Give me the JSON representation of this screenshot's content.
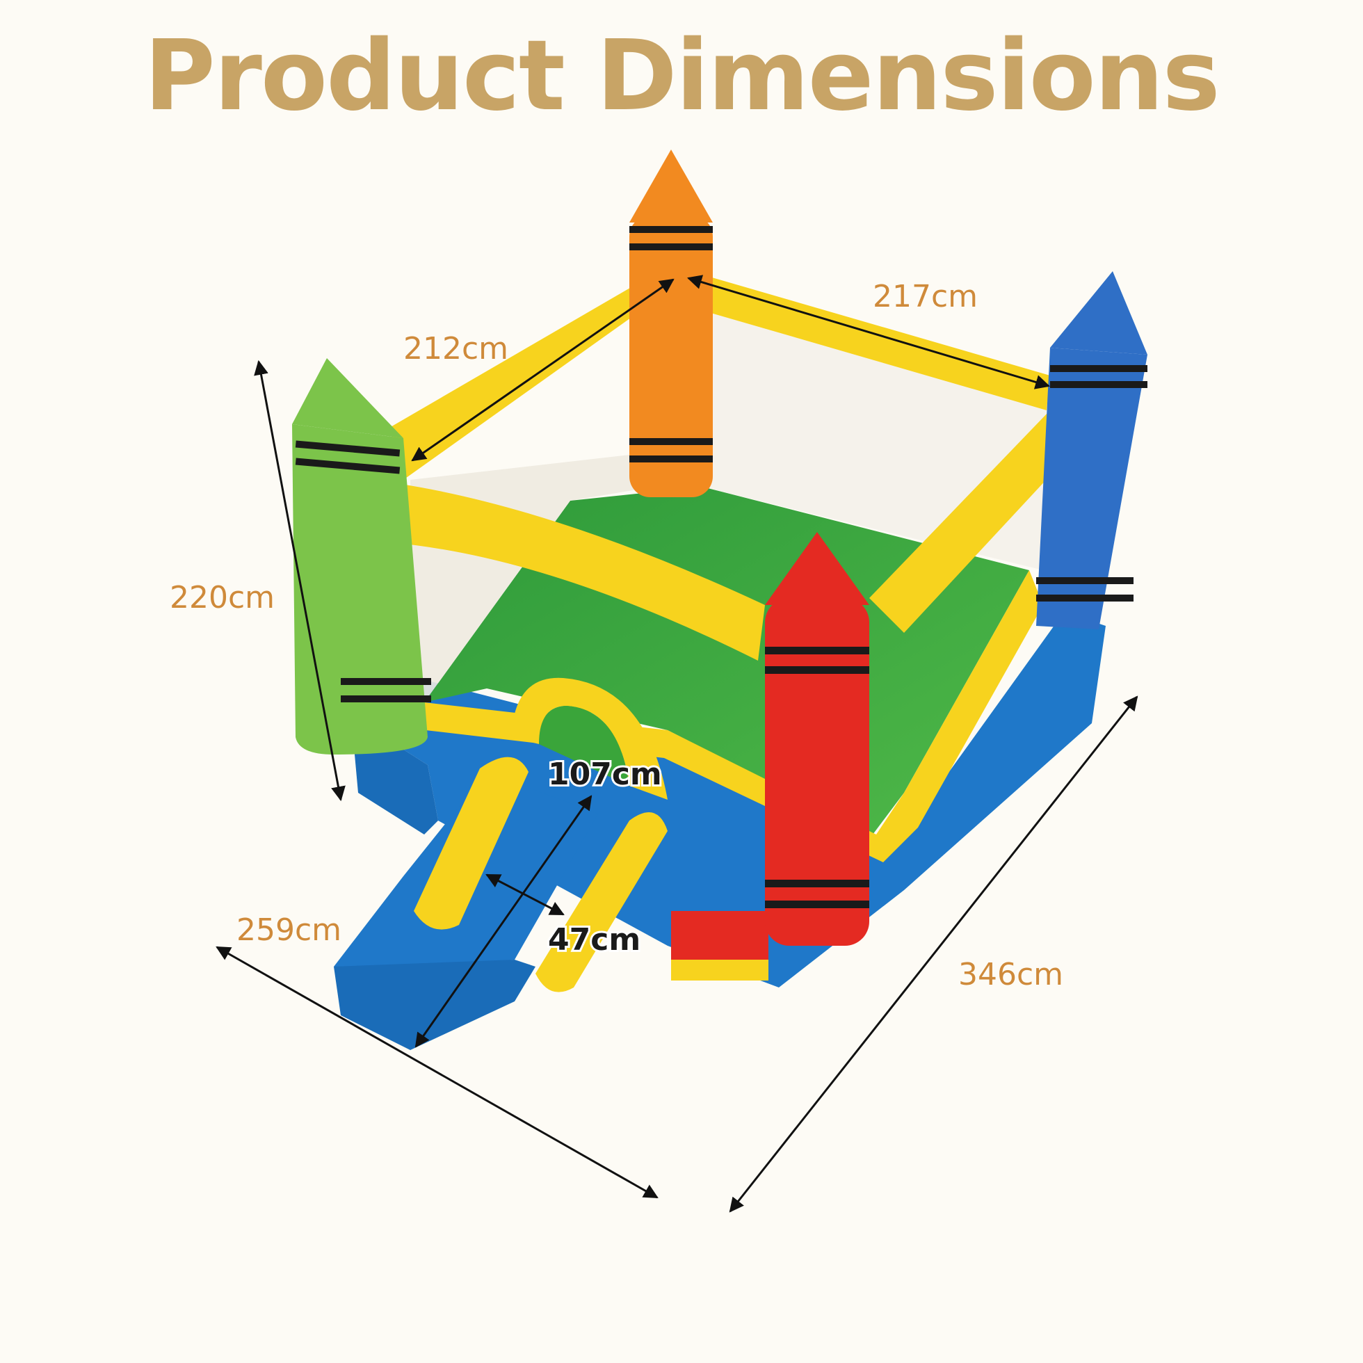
{
  "title": "Product Dimensions",
  "dimensions": {
    "top_left_rail": "212cm",
    "top_right_rail": "217cm",
    "height": "220cm",
    "slide_length": "107cm",
    "slide_width": "47cm",
    "front_width": "259cm",
    "total_length": "346cm"
  },
  "colors": {
    "title": "#c8a466",
    "dimension_text": "#cf8a3a",
    "tower_green": "#7cc44a",
    "tower_orange": "#f28a20",
    "tower_blue": "#2f6fc6",
    "tower_red": "#e42a22",
    "rail_yellow": "#f7d31e",
    "base_blue": "#1f78c9",
    "floor_green": "#3aa53a"
  }
}
